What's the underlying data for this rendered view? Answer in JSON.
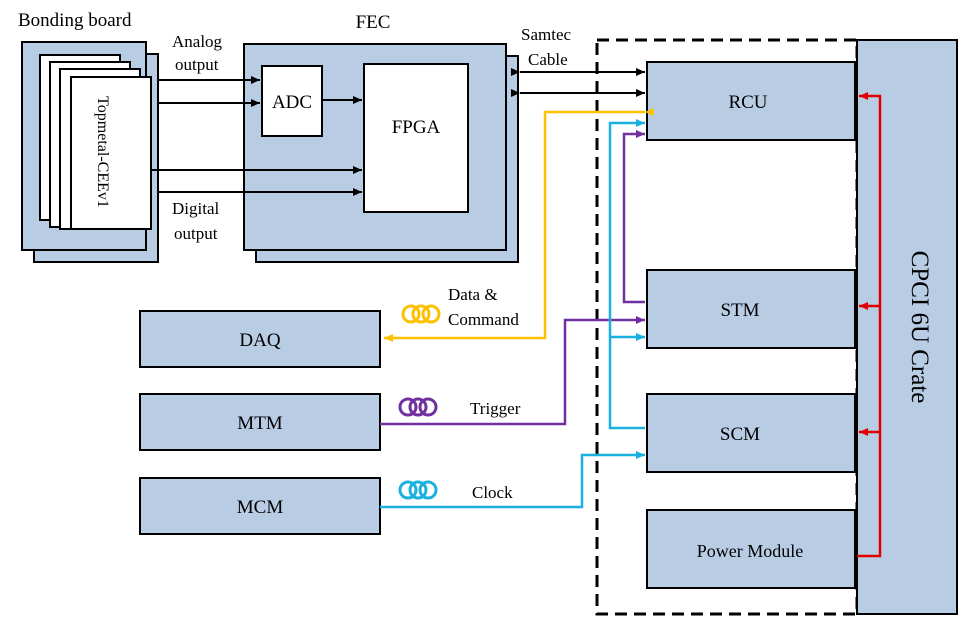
{
  "colors": {
    "block_fill": "#b8cce4",
    "data_command": "#ffc000",
    "trigger": "#7030a0",
    "clock": "#1ab0e0",
    "power": "#e00000"
  },
  "labels": {
    "bonding_board": "Bonding board",
    "chip": "Topmetal-CEEv1",
    "fec": "FEC",
    "adc": "ADC",
    "fpga": "FPGA",
    "analog_output_1": "Analog",
    "analog_output_2": "output",
    "digital_output_1": "Digital",
    "digital_output_2": "output",
    "samtec_1": "Samtec",
    "samtec_2": "Cable",
    "rcu": "RCU",
    "stm": "STM",
    "scm": "SCM",
    "power_module": "Power Module",
    "crate": "CPCI 6U Crate",
    "daq": "DAQ",
    "mtm": "MTM",
    "mcm": "MCM",
    "data_command_1": "Data &",
    "data_command_2": "Command",
    "trigger": "Trigger",
    "clock": "Clock"
  }
}
